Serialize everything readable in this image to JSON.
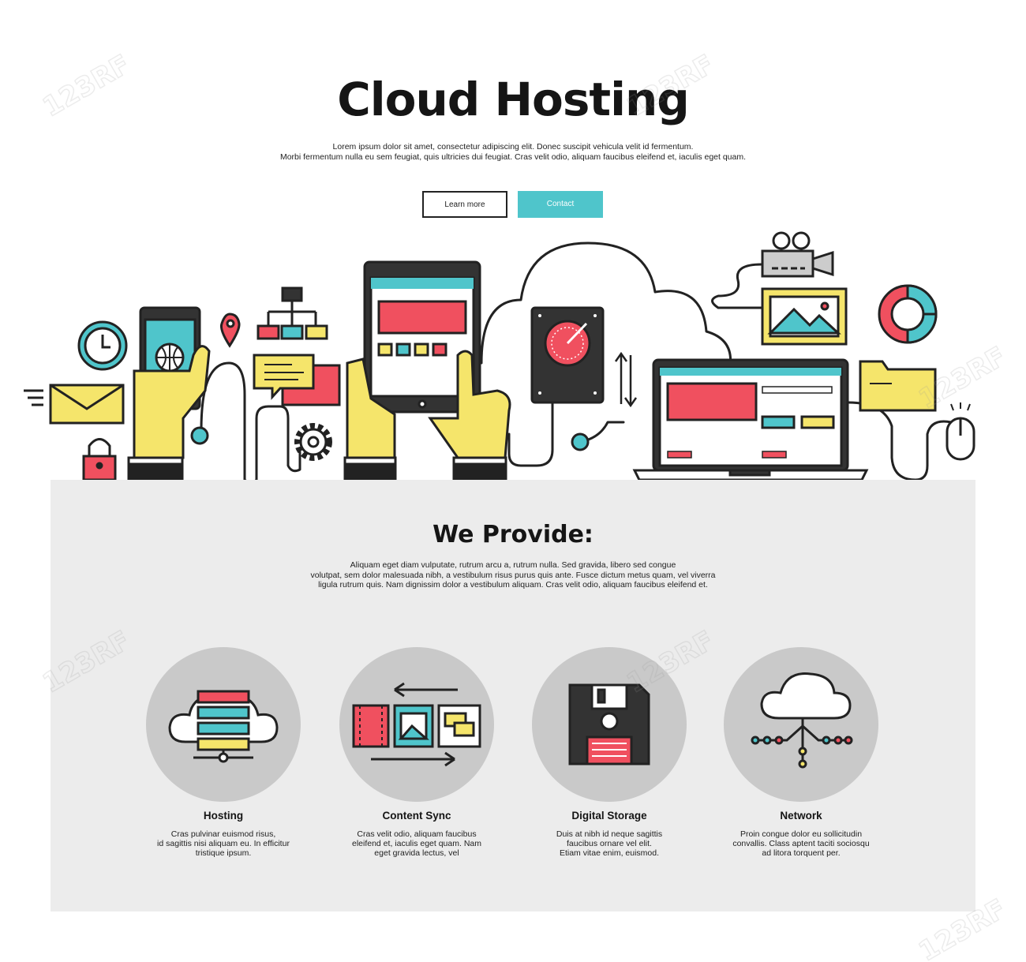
{
  "hero": {
    "title": "Cloud Hosting",
    "line1": "Lorem ipsum dolor sit amet, consectetur adipiscing elit. Donec suscipit vehicula velit id fermentum.",
    "line2": "Morbi fermentum nulla eu sem feugiat, quis ultricies dui feugiat. Cras velit odio, aliquam faucibus eleifend et, iaculis eget quam.",
    "learn_more_label": "Learn more",
    "contact_label": "Contact"
  },
  "provide": {
    "title": "We Provide:",
    "line1": "Aliquam eget diam vulputate, rutrum arcu a, rutrum nulla.  Sed gravida, libero sed congue",
    "line2": "volutpat,  sem dolor malesuada nibh, a vestibulum risus purus quis ante. Fusce dictum metus quam, vel viverra",
    "line3": "ligula rutrum quis. Nam dignissim dolor a vestibulum aliquam. Cras velit odio, aliquam faucibus eleifend et."
  },
  "features": [
    {
      "title": "Hosting",
      "icon": "server-cloud-icon",
      "lines": [
        "Cras pulvinar euismod risus,",
        "id sagittis nisi aliquam eu. In efficitur",
        "tristique ipsum."
      ]
    },
    {
      "title": "Content Sync",
      "icon": "media-sync-icon",
      "lines": [
        "Cras velit odio, aliquam faucibus",
        "eleifend et, iaculis eget quam. Nam",
        "eget gravida lectus, vel"
      ]
    },
    {
      "title": "Digital Storage",
      "icon": "floppy-disk-icon",
      "lines": [
        "Duis at nibh id neque sagittis",
        "faucibus ornare vel elit.",
        "Etiam vitae enim, euismod."
      ]
    },
    {
      "title": "Network",
      "icon": "cloud-network-icon",
      "lines": [
        "Proin congue dolor eu sollicitudin",
        "convallis. Class aptent taciti sociosqu",
        "ad litora torquent per."
      ]
    }
  ],
  "watermark": "123RF",
  "colors": {
    "accent": "#4fc5cb",
    "panel": "#ececec",
    "circle": "#c9c9c9",
    "yellow": "#f5e56b",
    "red": "#f0505f",
    "outline": "#222222"
  }
}
